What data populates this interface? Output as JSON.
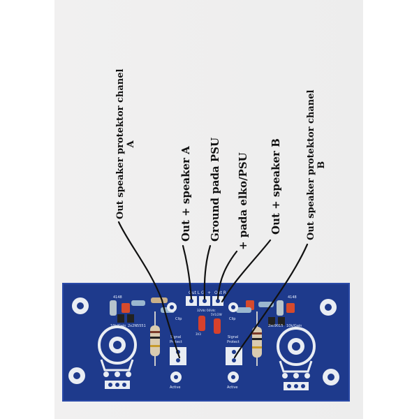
{
  "annotations": {
    "protector_a": {
      "line1": "Out speaker protektor chanel",
      "line2": "A"
    },
    "speaker_a": "Out + speaker A",
    "ground_psu": "Ground pada PSU",
    "elko_psu": "+ pada elko/PSU",
    "speaker_b": "Out + speaker B",
    "protector_b": {
      "line1": "Out speaker protektor chanel",
      "line2": "B"
    }
  },
  "pcb": {
    "header_left": "Out L",
    "header_mid": "G",
    "header_plus": "+",
    "header_right": "Out R",
    "header_sub": "32Vdc-56Vdc",
    "left_code": "4148",
    "left_transistor": "2x2N5551",
    "left_gain": "10k/Gain",
    "right_code": "4148",
    "right_transistor": "2xc9015",
    "right_gain": "10k/Gain",
    "clip_left": "Clip",
    "clip_right": "Clip",
    "signal_left": "Signal",
    "signal_right": "Signal",
    "protect_left": "Protect",
    "protect_right": "Protect",
    "active_left": "Active",
    "active_right": "Active",
    "zener_left": "3V3",
    "zener_right": "5V1/2W"
  },
  "colors": {
    "pcb": "#1e3a8c",
    "pad": "#e9edf3",
    "ink": "#111111"
  }
}
